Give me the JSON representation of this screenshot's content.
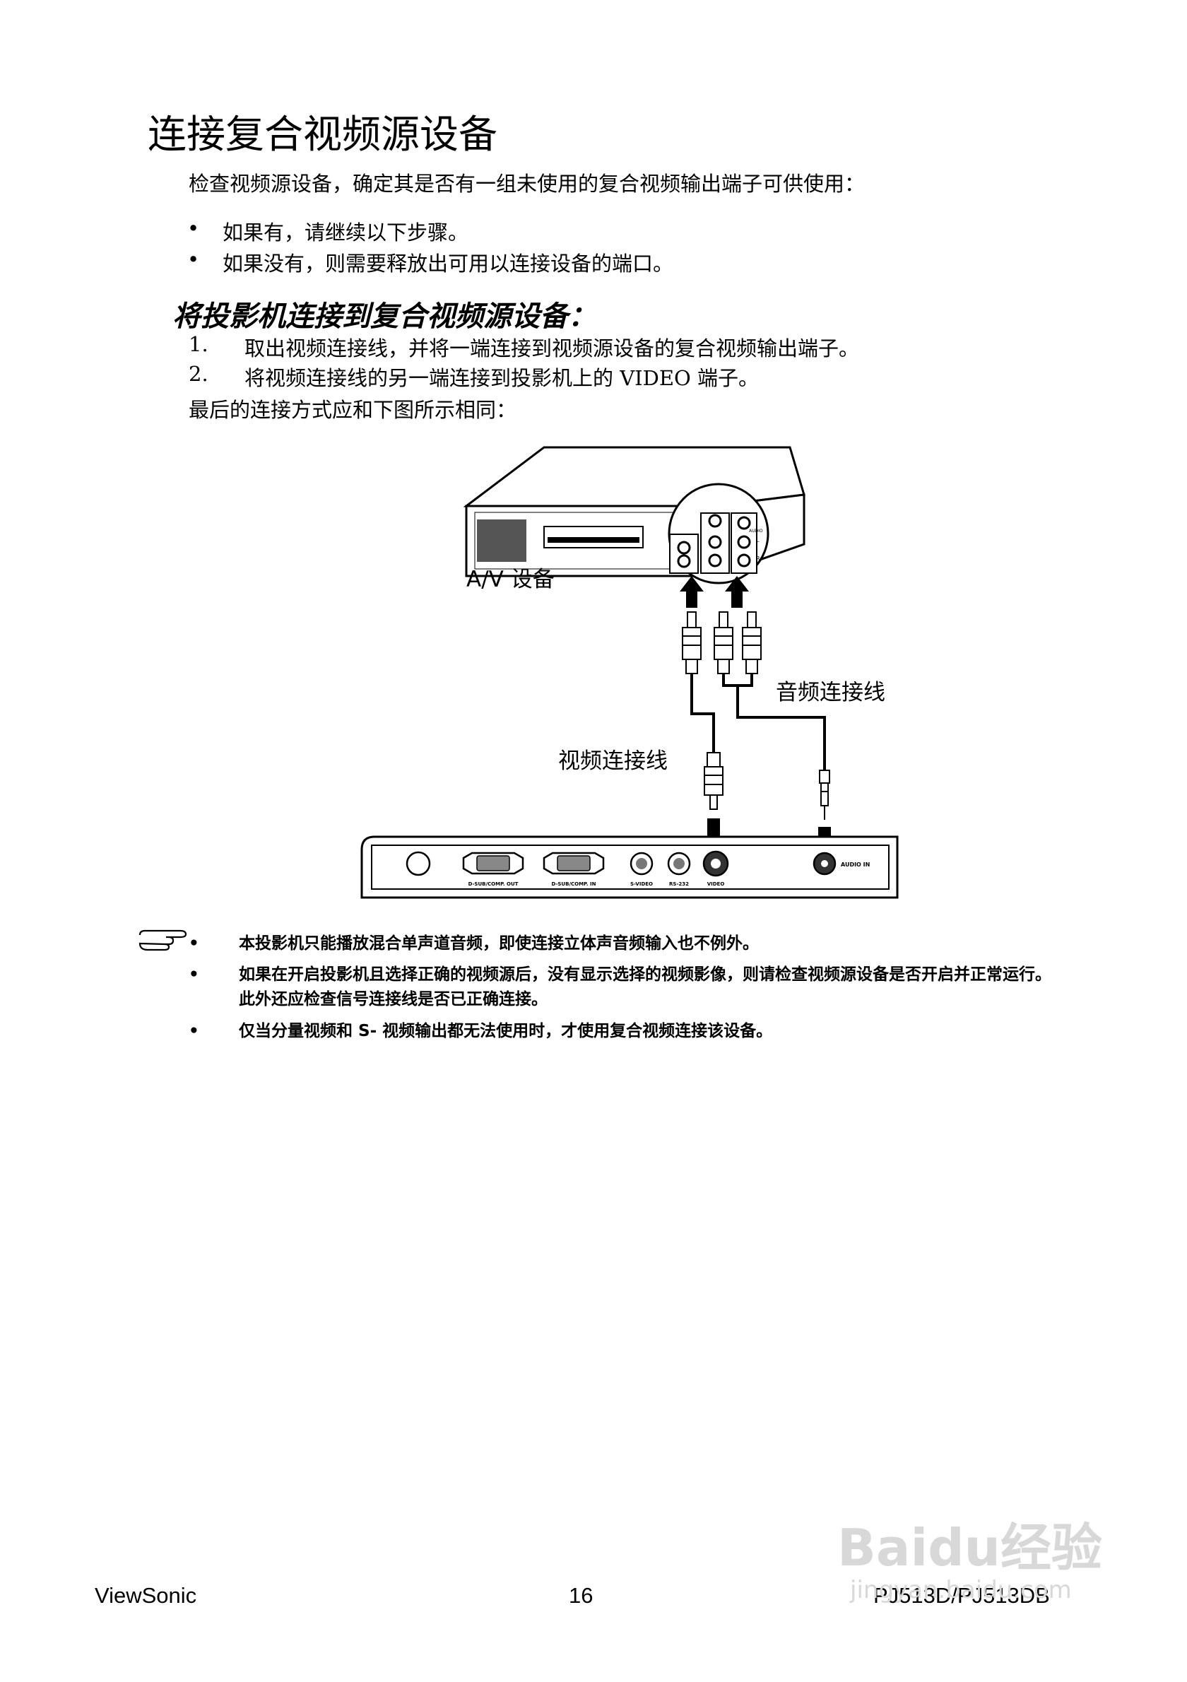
{
  "heading": "连接复合视频源设备",
  "intro": "检查视频源设备，确定其是否有一组未使用的复合视频输出端子可供使用：",
  "bullets": [
    "如果有，请继续以下步骤。",
    "如果没有，则需要释放出可用以连接设备的端口。"
  ],
  "bullet_symbol": "•",
  "subheading": "将投影机连接到复合视频源设备：",
  "steps": [
    {
      "num": "1.",
      "text": "取出视频连接线，并将一端连接到视频源设备的复合视频输出端子。"
    },
    {
      "num": "2.",
      "text": "将视频连接线的另一端连接到投影机上的 VIDEO 端子。"
    }
  ],
  "final_text": "最后的连接方式应和下图所示相同：",
  "diagram": {
    "av_label": "A/V 设备",
    "audio_cable_label": "音频连接线",
    "video_cable_label": "视频连接线",
    "port_labels": [
      "D-SUB/COMP. OUT",
      "D-SUB/COMP. IN",
      "S-VIDEO",
      "RS-232",
      "VIDEO",
      "AUDIO IN"
    ],
    "av_panel_text": [
      "AUDIO",
      "L",
      "R"
    ]
  },
  "notes": [
    "本投影机只能播放混合单声道音频，即使连接立体声音频输入也不例外。",
    "如果在开启投影机且选择正确的视频源后，没有显示选择的视频影像，则请检查视频源设备是否开启并正常运行。此外还应检查信号连接线是否已正确连接。",
    "仅当分量视频和 S- 视频输出都无法使用时，才使用复合视频连接该设备。"
  ],
  "footer": {
    "brand": "ViewSonic",
    "page": "16",
    "model": "PJ513D/PJ513DB"
  },
  "watermark": {
    "main": "Baidu经验",
    "url": "jingyan.baidu.com"
  }
}
